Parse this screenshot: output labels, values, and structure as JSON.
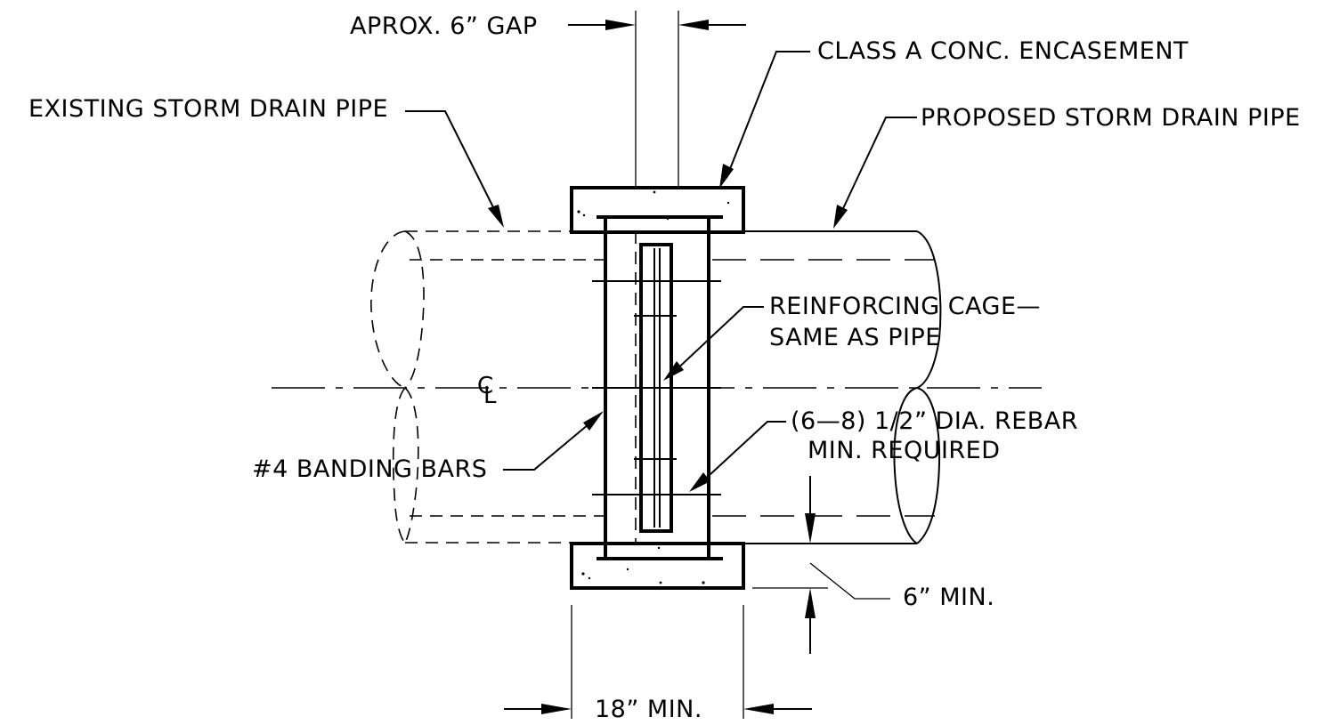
{
  "labels": {
    "gap": "APROX. 6” GAP",
    "encasement": "CLASS A CONC. ENCASEMENT",
    "existing_pipe": "EXISTING STORM DRAIN PIPE",
    "proposed_pipe": "PROPOSED STORM DRAIN PIPE",
    "cage_line1": "REINFORCING CAGE—",
    "cage_line2": "SAME AS PIPE",
    "centerline_c": "C",
    "centerline_l": "L",
    "rebar_line1": "(6—8) 1/2” DIA. REBAR",
    "rebar_line2": "MIN. REQUIRED",
    "banding_bars": "#4 BANDING BARS",
    "six_min": "6” MIN.",
    "eighteen_min": "18” MIN."
  }
}
